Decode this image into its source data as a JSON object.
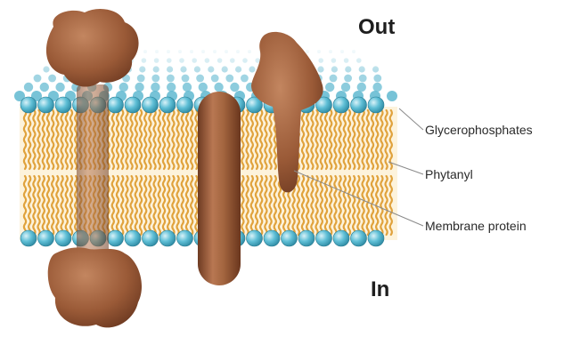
{
  "labels": {
    "outside": "Out",
    "inside": "In"
  },
  "callouts": {
    "glycerophosphates": "Glycerophosphates",
    "phytanyl": "Phytanyl",
    "membrane_protein": "Membrane protein"
  },
  "colors": {
    "head_group": "#54b6cf",
    "tail": "#e0a23c",
    "core": "#fdf3dc",
    "protein": "#9a5a37",
    "leader": "#8a8a8a",
    "surface_dots": "#5fb8d0"
  }
}
